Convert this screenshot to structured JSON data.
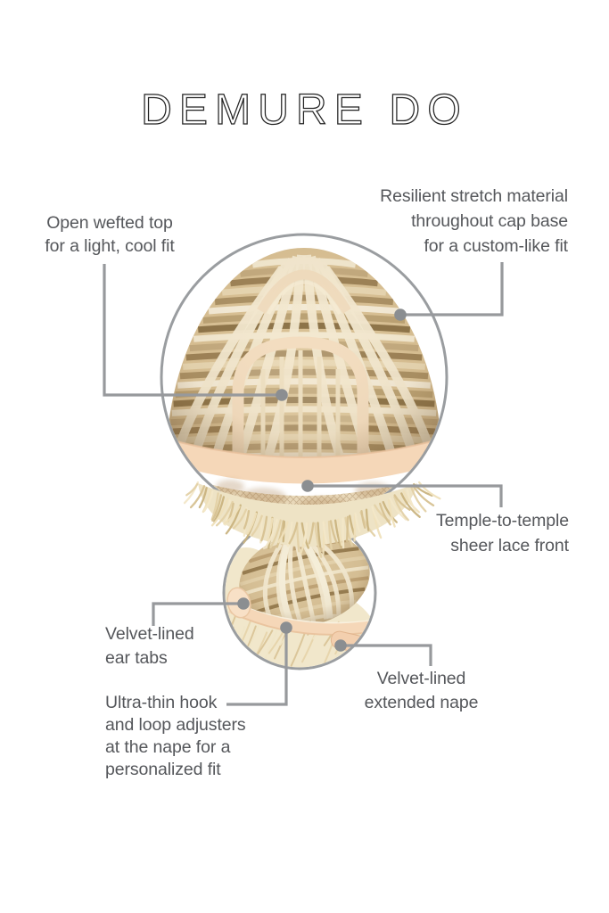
{
  "title": "DEMURE DO",
  "figure": {
    "kind": "wig-cap-construction-diagram",
    "front_view": "wig-cap-inside-front-view",
    "back_view": "wig-cap-back-nape-view"
  },
  "labels": {
    "open_wefted": {
      "lines": [
        "Open wefted top",
        "for a light, cool fit"
      ]
    },
    "resilient": {
      "lines": [
        "Resilient stretch material",
        "throughout cap base",
        "for a custom-like fit"
      ]
    },
    "temple_lace": {
      "lines": [
        "Temple-to-temple",
        "sheer lace front"
      ]
    },
    "ear_tabs": {
      "lines": [
        "Velvet-lined",
        "ear tabs"
      ]
    },
    "hook_loop": {
      "lines": [
        "Ultra-thin hook",
        "and loop adjusters",
        "at the nape for a",
        "personalized fit"
      ]
    },
    "extended_nape": {
      "lines": [
        "Velvet-lined",
        "extended nape"
      ]
    }
  },
  "colors": {
    "background": "#ffffff",
    "title_text": "#242424",
    "label_text": "#55575b",
    "callout_line": "#97999c",
    "callout_dot": "#8b8e91",
    "circle_border": "#9a9da0",
    "cap_base": "#d8c094",
    "cap_cream": "#f2e8d0",
    "cap_tan": "#c2a97e",
    "cap_brown": "#9b8055",
    "cap_peach": "#f5d7b8",
    "lace": "#e9d9ba",
    "hair_blonde": "#e8d7ad"
  }
}
